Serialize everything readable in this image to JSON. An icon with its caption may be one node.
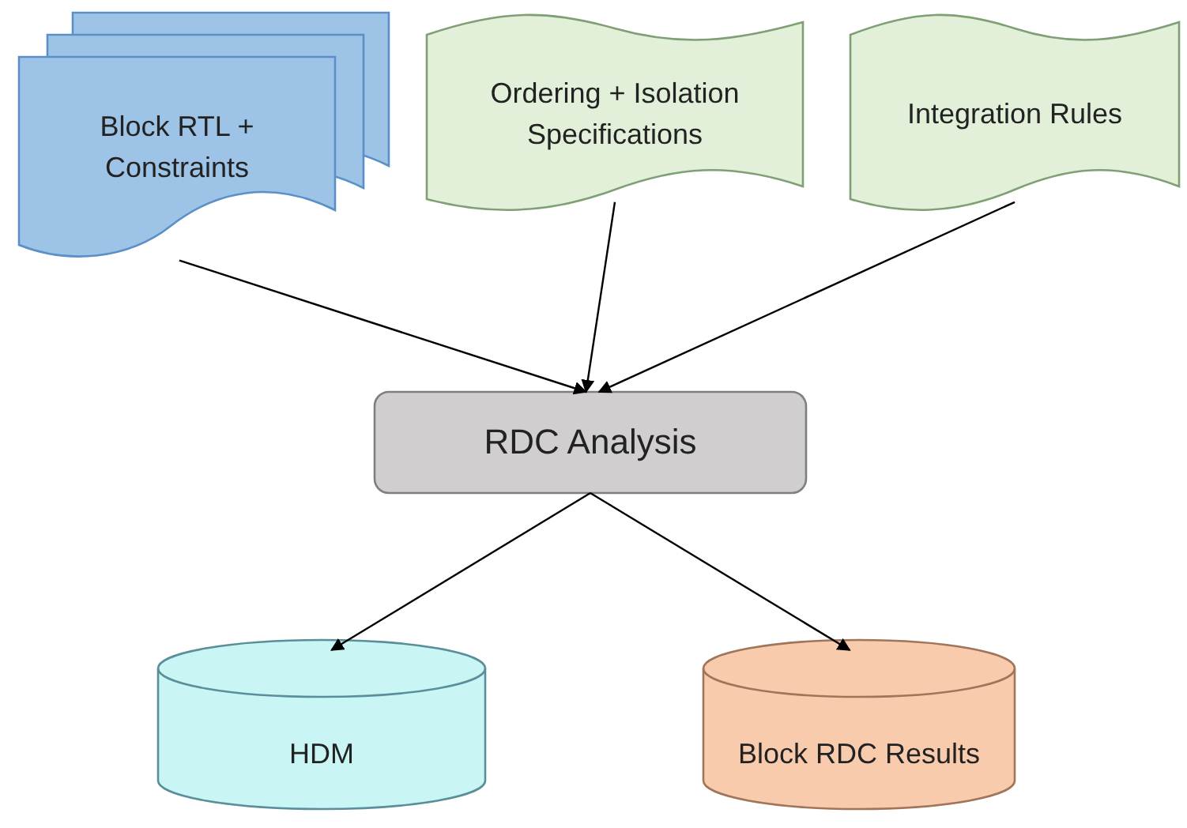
{
  "diagram": {
    "nodes": [
      {
        "text": [
          "Block RTL + Constraints"
        ]
      },
      {
        "text": [
          "Ordering + Isolation Specifications"
        ]
      },
      {
        "text": [
          "Integration Rules"
        ]
      },
      {
        "text": [
          "RDC Analysis"
        ]
      },
      {
        "text": [
          "HDM"
        ]
      },
      {
        "text": [
          "Block RDC Results"
        ]
      }
    ],
    "edges": [
      {
        "from": 0,
        "to": 3,
        "arrow": "to"
      },
      {
        "from": 1,
        "to": 3,
        "arrow": "to"
      },
      {
        "from": 2,
        "to": 3,
        "arrow": "to"
      },
      {
        "from": 3,
        "to": 4,
        "arrow": "to"
      },
      {
        "from": 3,
        "to": 5,
        "arrow": "to"
      }
    ]
  }
}
